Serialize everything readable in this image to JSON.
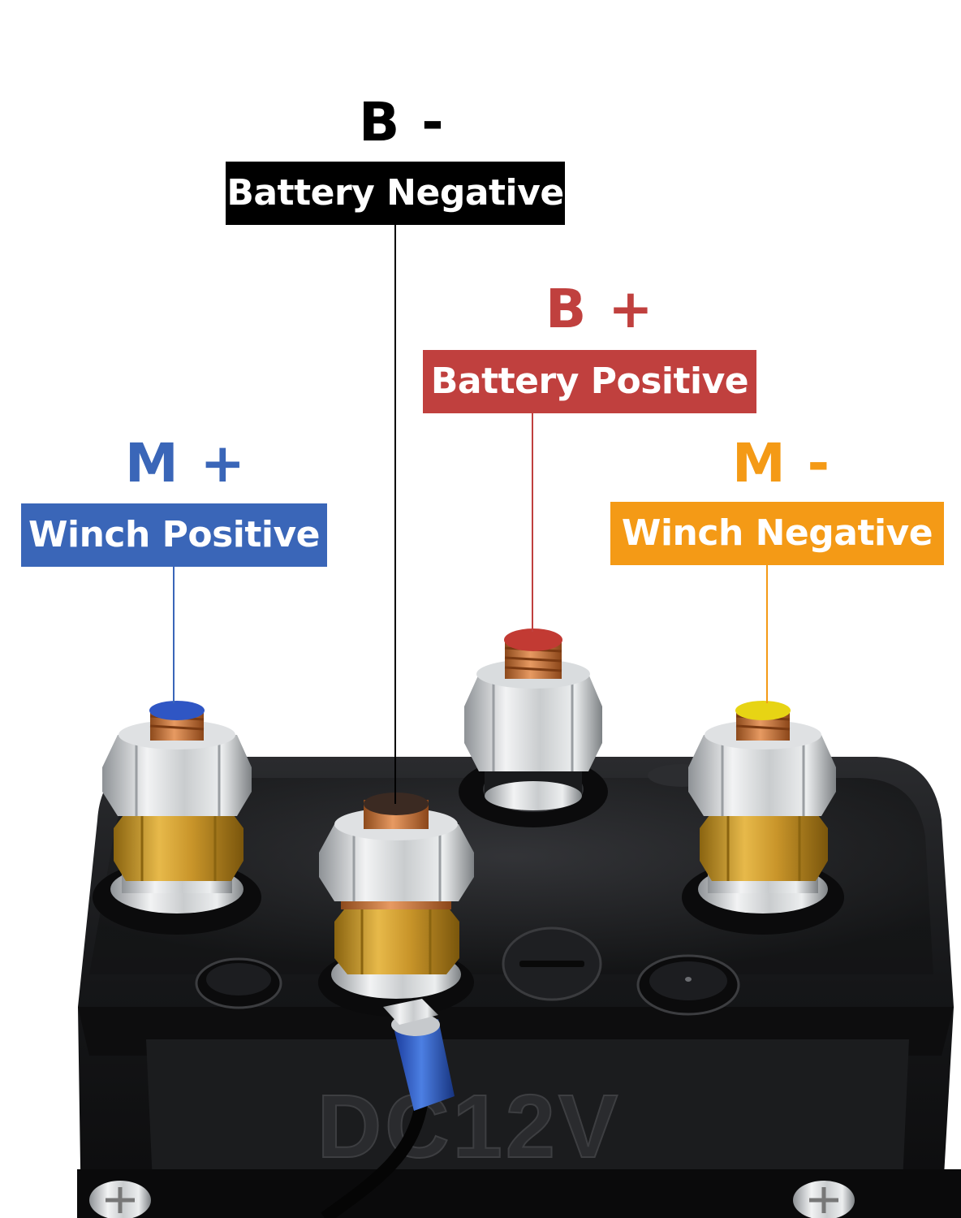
{
  "colors": {
    "battery_negative": "#000000",
    "battery_positive": "#c0403e",
    "winch_positive": "#3a66b8",
    "winch_negative": "#f49a16",
    "housing": "#141416"
  },
  "labels": {
    "b_neg": {
      "symbol": "B -",
      "name": "Battery Negative"
    },
    "b_pos": {
      "symbol": "B +",
      "name": "Battery Positive"
    },
    "m_pos": {
      "symbol": "M +",
      "name": "Winch Positive"
    },
    "m_neg": {
      "symbol": "M -",
      "name": "Winch Negative"
    }
  },
  "device": {
    "marking": "DC12V"
  }
}
